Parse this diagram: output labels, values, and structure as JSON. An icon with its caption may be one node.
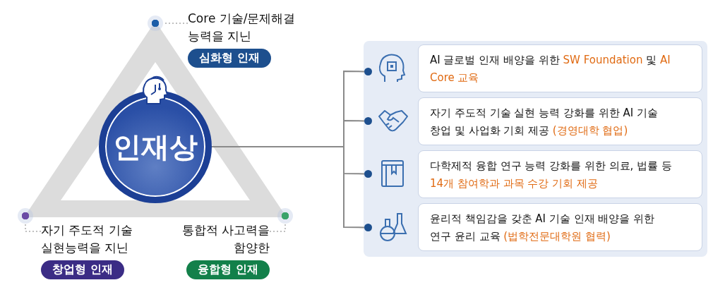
{
  "diagram": {
    "nodes": [
      {
        "text": [
          "인재상"
        ]
      },
      {
        "text": [
          "Core 기술/문제해결 능력을 지닌",
          "심화형 인재"
        ]
      },
      {
        "text": [],
        "shape": "circle"
      },
      {
        "text": [],
        "shape": "circle"
      },
      {
        "text": [
          "자기 주도적 기술 실현능력을 지닌",
          "창업형 인재"
        ]
      },
      {
        "text": [],
        "shape": "circle"
      },
      {
        "text": [
          "통합적 사고력을 함양한",
          "융합형 인재"
        ]
      },
      {
        "text": [],
        "shape": "box"
      },
      {
        "text": [],
        "shape": "circle",
        "in": 7
      },
      {
        "text": [
          "AI 글로벌 인재 배양을 위한 **SW Foundation** 및 **AI Core 교육**"
        ],
        "in": 7
      },
      {
        "text": [],
        "shape": "circle",
        "in": 7
      },
      {
        "text": [
          "자기 주도적 기술 실현 능력 강화를 위한 AI 기술 창업 및 사업화 기회 제공 **(경영대학 협업)**"
        ],
        "in": 7
      },
      {
        "text": [],
        "shape": "circle",
        "in": 7
      },
      {
        "text": [
          "다학제적 융합 연구 능력 강화를 위한 의료, 법률 등 **14개 참여학과 과목 수강 기회 제공**"
        ],
        "in": 7
      },
      {
        "text": [],
        "shape": "circle",
        "in": 7
      },
      {
        "text": [
          "윤리적 책임감을 갖춘 AI 기술 인재 배양을 위한 연구 윤리 교육 **(법학전문대학원 협력)**"
        ],
        "in": 7
      }
    ],
    "edges": [
      {
        "from": 1,
        "to": 2,
        "arrow": "none",
        "style": "dashed"
      },
      {
        "from": 4,
        "to": 3,
        "arrow": "none",
        "style": "dashed"
      },
      {
        "from": 6,
        "to": 5,
        "arrow": "none",
        "style": "dashed"
      },
      {
        "from": 0,
        "to": 8,
        "arrow": "none"
      },
      {
        "from": 0,
        "to": 10,
        "arrow": "none"
      },
      {
        "from": 0,
        "to": 12,
        "arrow": "none"
      },
      {
        "from": 0,
        "to": 14,
        "arrow": "none"
      }
    ]
  }
}
